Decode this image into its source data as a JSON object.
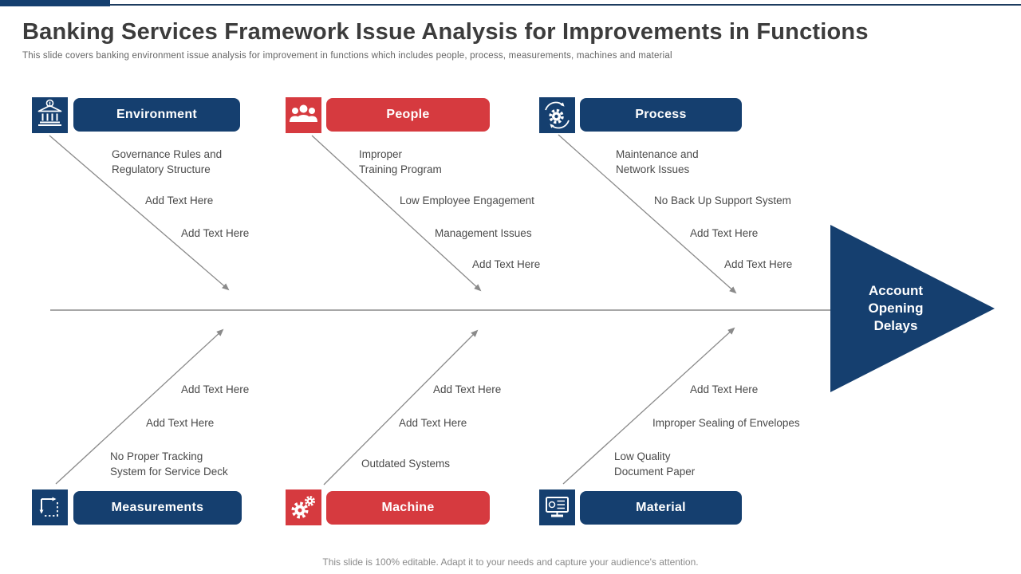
{
  "slide": {
    "title": "Banking Services Framework Issue Analysis for Improvements in Functions",
    "subtitle": "This slide covers banking environment issue analysis for improvement in functions which includes people, process, measurements, machines and material",
    "footer": "This slide is 100% editable. Adapt it to your needs and capture your audience's attention."
  },
  "colors": {
    "navy": "#153f6f",
    "red": "#d63a3f",
    "line": "#8a8a8a",
    "text": "#4a4a4a"
  },
  "effect": {
    "label": "Account Opening Delays"
  },
  "categories": [
    {
      "label": "Environment",
      "icon": "bank-icon",
      "color": "#153f6f",
      "causes": [
        "Governance Rules and\nRegulatory Structure",
        "Add Text Here",
        "Add Text Here"
      ]
    },
    {
      "label": "People",
      "icon": "people-group-icon",
      "color": "#d63a3f",
      "causes": [
        "Improper\nTraining Program",
        "Low Employee Engagement",
        "Management Issues",
        "Add Text Here"
      ]
    },
    {
      "label": "Process",
      "icon": "process-cycle-icon",
      "color": "#153f6f",
      "causes": [
        "Maintenance and\nNetwork Issues",
        "No Back Up Support System",
        "Add Text Here",
        "Add Text Here"
      ]
    },
    {
      "label": "Measurements",
      "icon": "measurement-icon",
      "color": "#153f6f",
      "causes": [
        "Add Text Here",
        "Add Text Here",
        "No Proper Tracking\nSystem for Service Deck"
      ]
    },
    {
      "label": "Machine",
      "icon": "gears-icon",
      "color": "#d63a3f",
      "causes": [
        "Add Text Here",
        "Add Text Here",
        "Outdated Systems"
      ]
    },
    {
      "label": "Material",
      "icon": "monitor-icon",
      "color": "#153f6f",
      "causes": [
        "Add Text Here",
        "Improper Sealing of Envelopes",
        "Low Quality\nDocument Paper"
      ]
    }
  ]
}
